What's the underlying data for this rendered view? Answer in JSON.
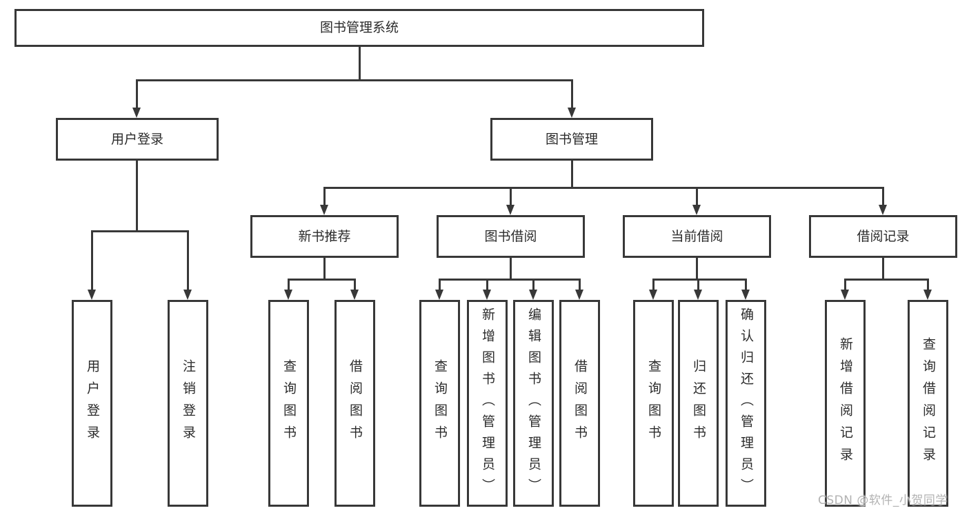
{
  "diagram": {
    "title": "图书管理系统",
    "watermark": "CSDN @软件_小贺同学",
    "colors": {
      "line": "#383838",
      "box_border": "#383838",
      "box_background": "#ffffff",
      "text": "#2b2b2b",
      "watermark_text": "#b2b2b2"
    },
    "root": {
      "label": "图书管理系统",
      "children": [
        {
          "label": "用户登录",
          "children": [
            {
              "label": "用户登录"
            },
            {
              "label": "注销登录"
            }
          ]
        },
        {
          "label": "图书管理",
          "children": [
            {
              "label": "新书推荐",
              "children": [
                {
                  "label": "查询图书"
                },
                {
                  "label": "借阅图书"
                }
              ]
            },
            {
              "label": "图书借阅",
              "children": [
                {
                  "label": "查询图书"
                },
                {
                  "label": "新增图书（管理员）"
                },
                {
                  "label": "编辑图书（管理员）"
                },
                {
                  "label": "借阅图书"
                }
              ]
            },
            {
              "label": "当前借阅",
              "children": [
                {
                  "label": "查询图书"
                },
                {
                  "label": "归还图书"
                },
                {
                  "label": "确认归还（管理员）"
                }
              ]
            },
            {
              "label": "借阅记录",
              "children": [
                {
                  "label": "新增借阅记录"
                },
                {
                  "label": "查询借阅记录"
                }
              ]
            }
          ]
        }
      ]
    }
  }
}
